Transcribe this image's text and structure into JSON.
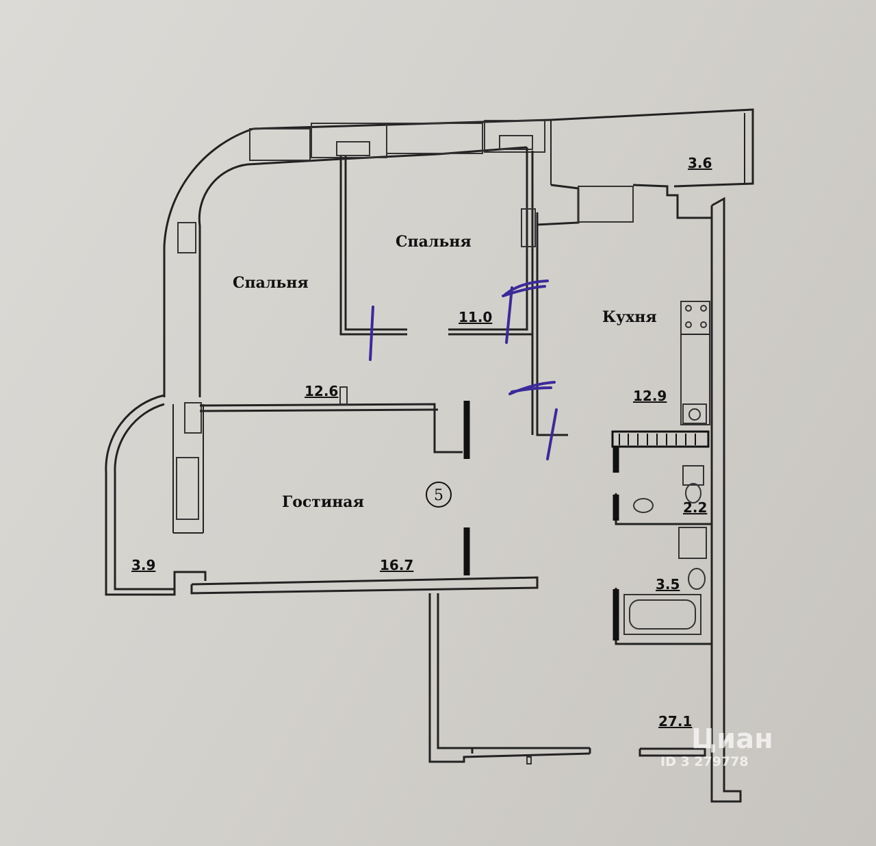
{
  "background_text": [
    "",
    "",
    "",
    "",
    "",
    "",
    "",
    "",
    "",
    "",
    "",
    "",
    "",
    "",
    ""
  ],
  "rooms": {
    "bedroom_left": {
      "label": "Спальня",
      "area": "12.6"
    },
    "bedroom_center": {
      "label": "Спальня",
      "area": "11.0"
    },
    "kitchen": {
      "label": "Кухня",
      "area": "12.9"
    },
    "living_room": {
      "label": "Гостиная",
      "area": "16.7"
    },
    "balcony_top": {
      "area": "3.6"
    },
    "loggia_left": {
      "area": "3.9"
    },
    "toilet": {
      "area": "2.2"
    },
    "bathroom": {
      "area": "3.5"
    },
    "hall": {
      "area": "27.1"
    }
  },
  "marker": "5",
  "watermark": {
    "brand": "Циан",
    "id": "ID 3  279778"
  },
  "colors": {
    "paper": "#d6d4cf",
    "ink": "#222222",
    "pen": "#3b2a9a"
  }
}
